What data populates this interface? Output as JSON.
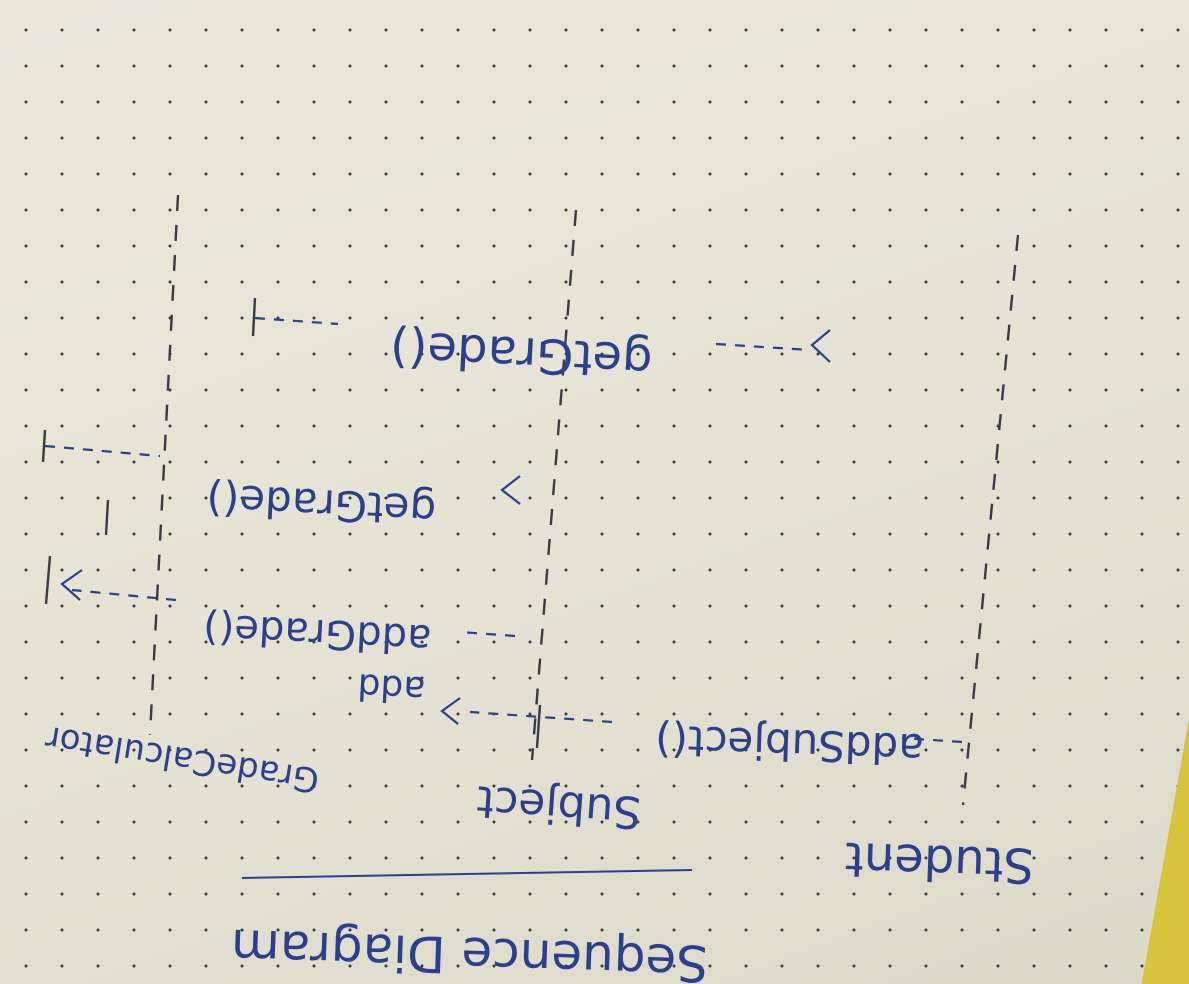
{
  "title": "Sequence Diagram",
  "participants": [
    {
      "id": "student",
      "name": "Student"
    },
    {
      "id": "subject",
      "name": "Subject"
    },
    {
      "id": "grade_calculator",
      "name": "GradeCalculator"
    }
  ],
  "messages": [
    {
      "label": "addSubject()",
      "from": "student",
      "to": "subject"
    },
    {
      "label": "addGrade()",
      "insert_above": "add",
      "from": "subject",
      "to": "grade_calculator"
    },
    {
      "label": "getGrade()",
      "from": "grade_calculator",
      "to": "subject"
    },
    {
      "label": "getGrade()",
      "from": "subject",
      "to": "student"
    }
  ],
  "colors": {
    "ink": "#2b3f8f",
    "pencil": "#3a3a48",
    "paper": "#e9e6d8",
    "table": "#d7c43a"
  }
}
